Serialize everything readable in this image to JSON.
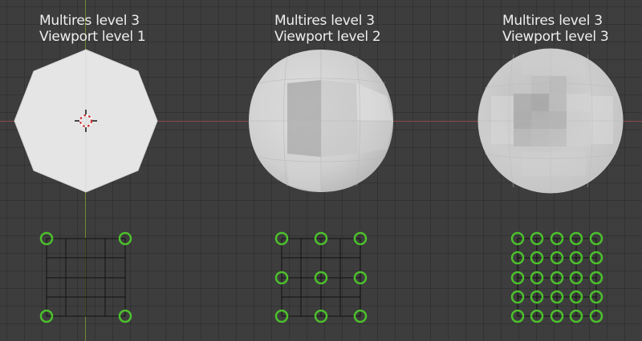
{
  "panels": [
    {
      "line1": "Multires level 3",
      "line2": "Viewport level 1",
      "grid_divisions": 4,
      "vertex_grid": [
        2,
        2
      ]
    },
    {
      "line1": "Multires level 3",
      "line2": "Viewport level 2",
      "grid_divisions": 4,
      "vertex_grid": [
        3,
        3
      ]
    },
    {
      "line1": "Multires level 3",
      "line2": "Viewport level 3",
      "grid_divisions": 4,
      "vertex_grid": [
        5,
        5
      ]
    }
  ],
  "colors": {
    "background": "#3d3d3d",
    "x_axis": "#8a4a4a",
    "y_axis": "#6f8a32",
    "vertex_ring": "#4cc02c",
    "mesh_line": "#111111",
    "sphere_light": "#e6e6e6",
    "sphere_shade": "#a8a8a8"
  },
  "icons": {
    "cursor": "3d-cursor-icon",
    "vertex": "vertex-circle-icon"
  }
}
